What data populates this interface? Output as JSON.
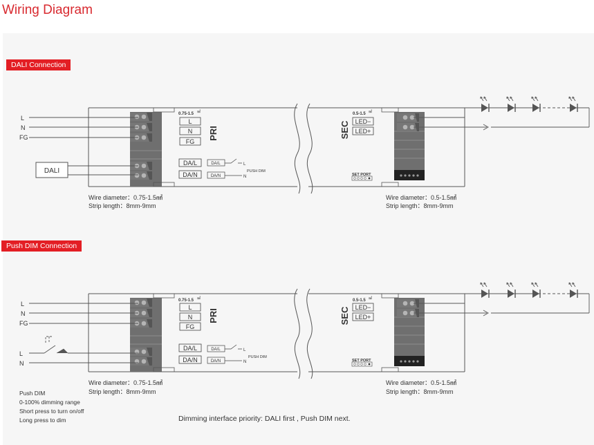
{
  "title": "Wiring Diagram",
  "sections": {
    "dali": {
      "tag": "DALI Connection",
      "input_box": "DALI"
    },
    "pushdim": {
      "tag": "Push DIM Connection",
      "input_l": "L",
      "input_n": "N"
    }
  },
  "labels": {
    "line_l": "L",
    "line_n": "N",
    "line_fg": "FG",
    "pri": "PRI",
    "sec": "SEC",
    "pri_wire_spec": "0.75-1.5",
    "sec_wire_spec": "0.5-1.5",
    "wire_unit": "㎟",
    "term_l": "L",
    "term_n": "N",
    "term_fg": "FG",
    "term_dal": "DA/L",
    "term_dan": "DA/N",
    "mini_dal": "DA/L",
    "mini_dan": "DA/N",
    "mini_l": "L",
    "mini_n": "N",
    "push_dim": "PUSH DIM",
    "led_minus": "LED−",
    "led_plus": "LED+",
    "set_port": "SET PORT",
    "pri_wire_diameter": "Wire diameter：0.75-1.5㎟",
    "pri_strip_length": "Strip length：8mm-9mm",
    "sec_wire_diameter": "Wire diameter：0.5-1.5㎟",
    "sec_strip_length": "Strip length：8mm-9mm"
  },
  "notes": {
    "push_dim_title": "Push DIM",
    "range": "0-100% dimming range",
    "short_press": "Short press to turn on/off",
    "long_press": "Long press to dim",
    "priority": "Dimming interface priority: DALI first , Push DIM next."
  },
  "colors": {
    "accent": "#e31e24",
    "title": "#d8292f",
    "line": "#555555",
    "terminal": "#6f6f6f"
  }
}
